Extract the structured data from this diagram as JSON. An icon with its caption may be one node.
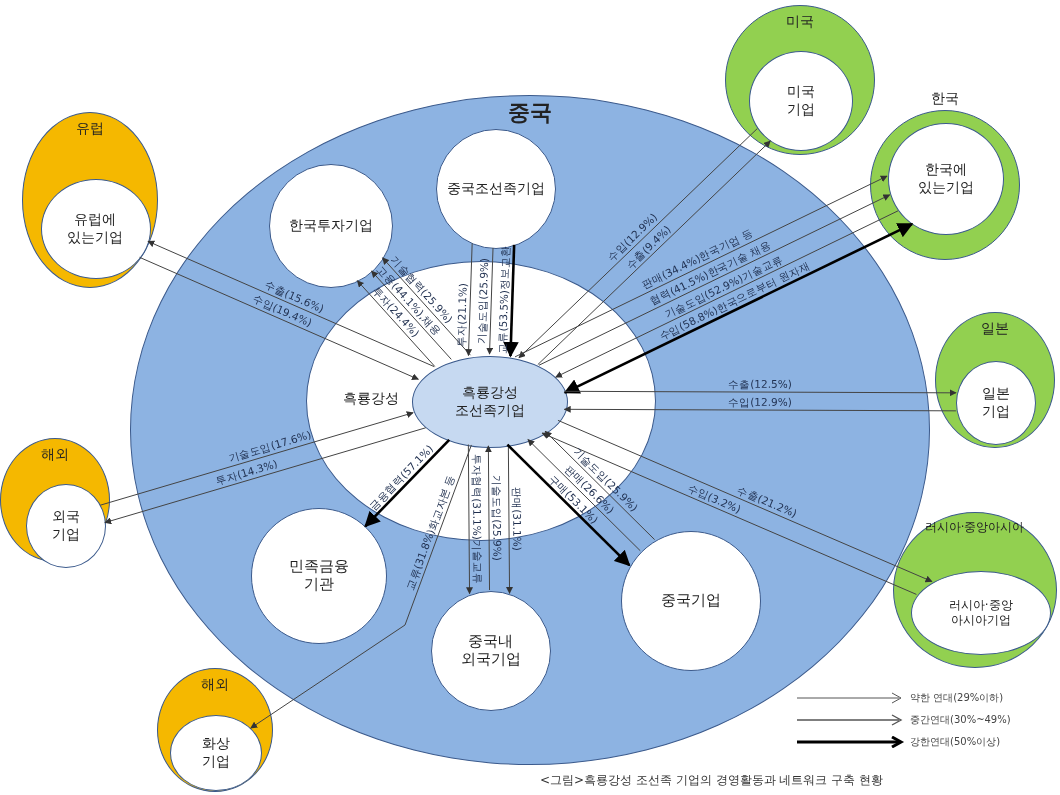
{
  "diagram": {
    "caption": "<그림>흑룡강성 조선족 기업의 경영활동과 네트워크 구축 현황",
    "nodes": [
      {
        "text": [
          "중국"
        ]
      },
      {
        "text": [
          "흑룡강성"
        ],
        "in": 0
      },
      {
        "text": [
          "흑룡강성 조선족기업"
        ],
        "in": 1
      },
      {
        "text": [
          "한국투자기업"
        ],
        "in": 0
      },
      {
        "text": [
          "중국조선족기업"
        ],
        "in": 0
      },
      {
        "text": [
          "민족금융 기관"
        ],
        "in": 0
      },
      {
        "text": [
          "중국내 외국기업"
        ],
        "in": 0
      },
      {
        "text": [
          "중국기업"
        ],
        "in": 0
      },
      {
        "text": [
          "유럽"
        ]
      },
      {
        "text": [
          "유럽에 있는기업"
        ],
        "in": 8
      },
      {
        "text": [
          "미국"
        ]
      },
      {
        "text": [
          "미국 기업"
        ],
        "in": 10
      },
      {
        "text": [
          "한국"
        ]
      },
      {
        "text": [
          "한국에 있는기업"
        ],
        "in": 12
      },
      {
        "text": [
          "일본"
        ]
      },
      {
        "text": [
          "일본 기업"
        ],
        "in": 14
      },
      {
        "text": [
          "러시아·중앙아시아"
        ]
      },
      {
        "text": [
          "러시아·중앙 아시아기업"
        ],
        "in": 16
      },
      {
        "text": [
          "해외"
        ]
      },
      {
        "text": [
          "외국 기업"
        ],
        "in": 18
      },
      {
        "text": [
          "해외"
        ]
      },
      {
        "text": [
          "화상 기업"
        ],
        "in": 20
      }
    ],
    "edges": [
      {
        "from": 9,
        "to": 2,
        "arrow": "to",
        "label": "수입(19.4%)"
      },
      {
        "from": 2,
        "to": 9,
        "arrow": "to",
        "label": "수출(15.6%)"
      },
      {
        "from": 2,
        "to": 3,
        "arrow": "to",
        "label": "투자(24.4%)"
      },
      {
        "from": 2,
        "to": 3,
        "arrow": "to",
        "label": "고용(44.1%),채용"
      },
      {
        "from": 2,
        "to": 3,
        "arrow": "to",
        "label": "기술협력(25.9%)"
      },
      {
        "from": 4,
        "to": 2,
        "arrow": "to",
        "label": "투자(21.1%)"
      },
      {
        "from": 4,
        "to": 2,
        "arrow": "to",
        "label": "기술도입(25.9%)"
      },
      {
        "from": 4,
        "to": 2,
        "arrow": "to",
        "label": "교류(53.5%)정보교환",
        "style": "thick"
      },
      {
        "from": 11,
        "to": 2,
        "arrow": "to",
        "label": "수입(12.9%)"
      },
      {
        "from": 2,
        "to": 11,
        "arrow": "to",
        "label": "수출(9.4%)"
      },
      {
        "from": 2,
        "to": 13,
        "arrow": "to",
        "label": "판매(34.4%)한국기업 등"
      },
      {
        "from": 2,
        "to": 13,
        "arrow": "to",
        "label": "협력(41.5%)한국기술 채용"
      },
      {
        "from": 13,
        "to": 2,
        "arrow": "to",
        "label": "기술도입(52.9%)기술교류"
      },
      {
        "from": 13,
        "to": 2,
        "arrow": "both",
        "label": "수입(58.8%)한국으로부터 원자재",
        "style": "thick"
      },
      {
        "from": 2,
        "to": 15,
        "arrow": "to",
        "label": "수출(12.5%)"
      },
      {
        "from": 15,
        "to": 2,
        "arrow": "to",
        "label": "수입(12.9%)"
      },
      {
        "from": 2,
        "to": 17,
        "arrow": "to",
        "label": "수출(21.2%)"
      },
      {
        "from": 17,
        "to": 2,
        "arrow": "to",
        "label": "수입(3.2%)"
      },
      {
        "from": 19,
        "to": 2,
        "arrow": "to",
        "label": "기술도입(17.6%)"
      },
      {
        "from": 2,
        "to": 19,
        "arrow": "to",
        "label": "투자(14.3%)"
      },
      {
        "from": 2,
        "to": 5,
        "arrow": "to",
        "label": "금융협력(57.1%)",
        "style": "thick"
      },
      {
        "from": 2,
        "to": 21,
        "arrow": "to",
        "label": "교류(31.8%)화교자본 등"
      },
      {
        "from": 2,
        "to": 6,
        "arrow": "to",
        "label": "투자협력(31.1%)기술교류"
      },
      {
        "from": 6,
        "to": 2,
        "arrow": "to",
        "label": "기술도입(25.9%)"
      },
      {
        "from": 2,
        "to": 6,
        "arrow": "to",
        "label": "판매(31.1%)"
      },
      {
        "from": 2,
        "to": 7,
        "arrow": "to",
        "label": "구매(53.1%)",
        "style": "thick"
      },
      {
        "from": 7,
        "to": 2,
        "arrow": "to",
        "label": "판매(26.6%)"
      },
      {
        "from": 7,
        "to": 2,
        "arrow": "to",
        "label": "기술도입(25.9%)"
      }
    ],
    "legend": [
      {
        "text": "약한 연대(29%이하)"
      },
      {
        "text": "중간연대(30%~49%)"
      },
      {
        "text": "강한연대(50%이상)"
      }
    ]
  }
}
